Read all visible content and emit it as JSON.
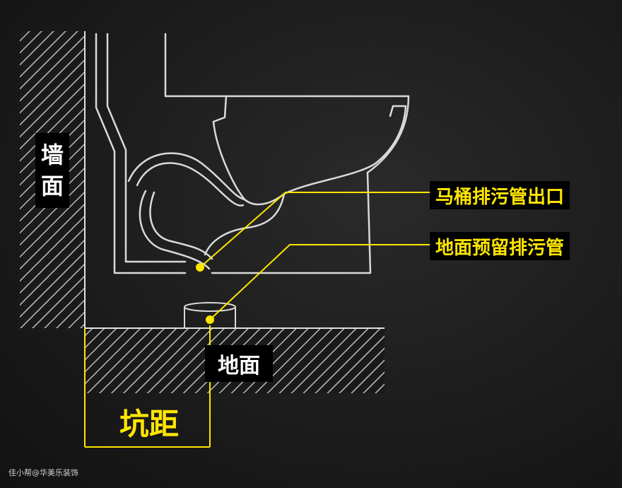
{
  "labels": {
    "wall": [
      "墙",
      "面"
    ],
    "floor": "地面",
    "pit_distance": "坑距",
    "toilet_outlet": "马桶排污管出口",
    "floor_drain_pipe": "地面预留排污管"
  },
  "watermark": "佳小帮@华美乐装饰",
  "colors": {
    "background": "#1c1c1c",
    "outline": "#d9d9d9",
    "hatch": "#bdbdbd",
    "accent_yellow": "#ffe600",
    "label_box": "#000000"
  }
}
